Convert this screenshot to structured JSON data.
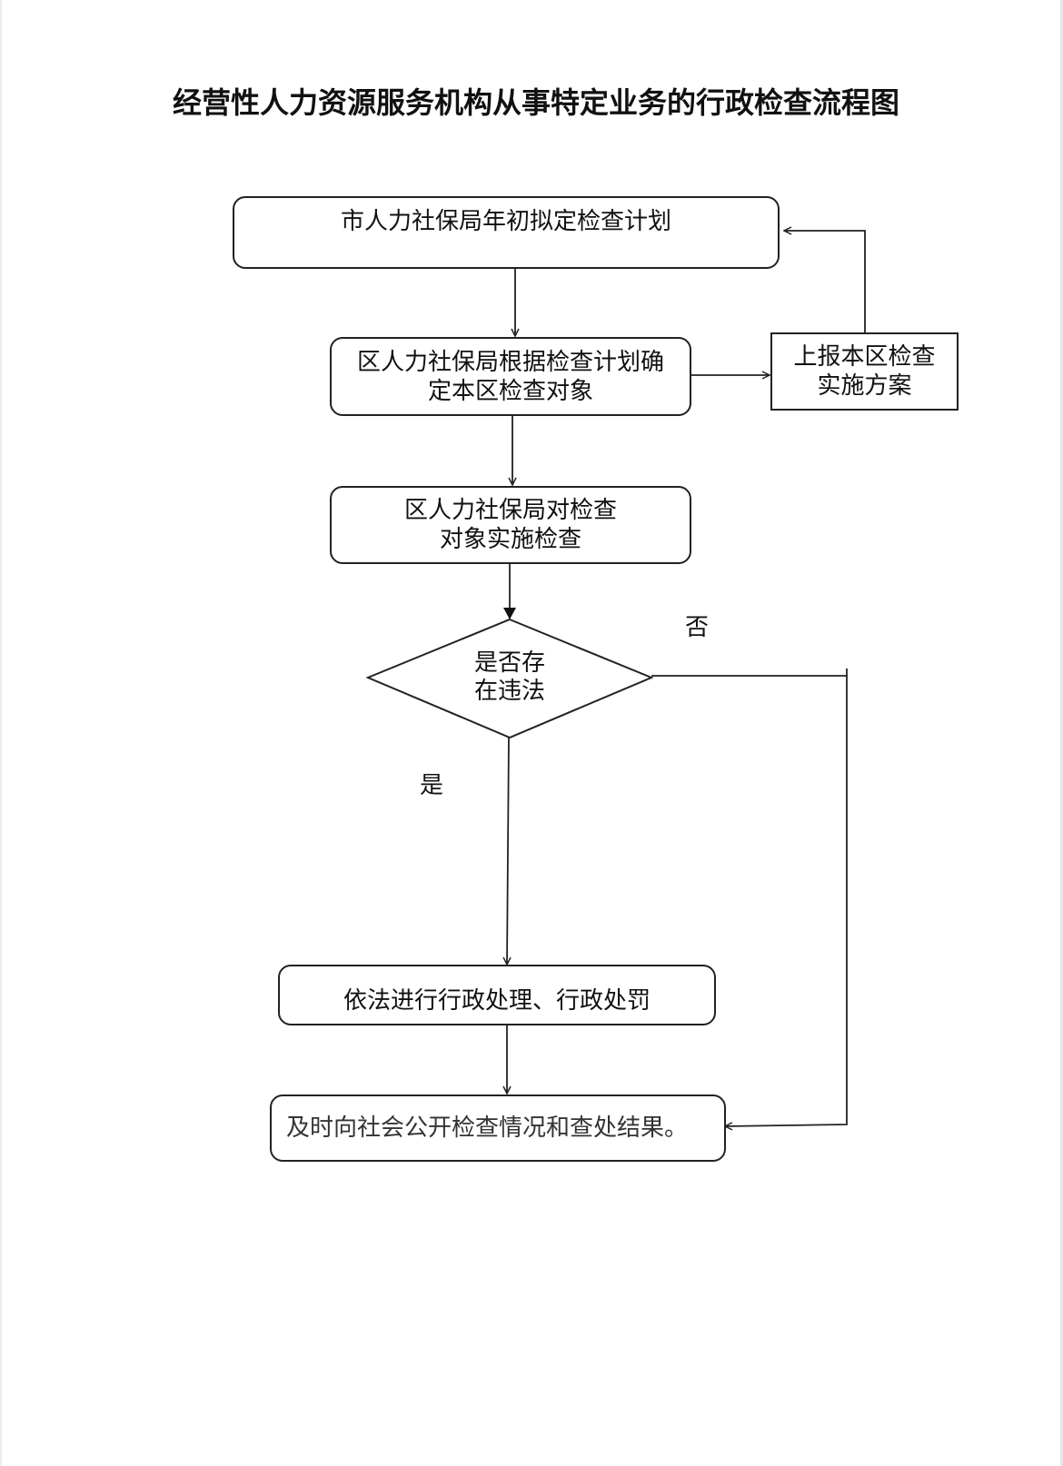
{
  "title": "经营性人力资源服务机构从事特定业务的行政检查流程图",
  "nodes": {
    "city_plan": {
      "line1": "市人力社保局年初拟定检查计划"
    },
    "district_determine": {
      "line1": "区人力社保局根据检查计划确",
      "line2": "定本区检查对象"
    },
    "report_plan": {
      "line1": "上报本区检查",
      "line2": "实施方案"
    },
    "inspect": {
      "line1": "区人力社保局对检查",
      "line2": "对象实施检查"
    },
    "decision": {
      "line1": "是否存",
      "line2": "在违法"
    },
    "punish": {
      "line1": "依法进行行政处理、行政处罚"
    },
    "publish": {
      "line1": "及时向社会公开检查情况和查处结果。"
    }
  },
  "labels": {
    "no": "否",
    "yes": "是"
  },
  "colors": {
    "line": "#222222",
    "background": "#ffffff"
  }
}
